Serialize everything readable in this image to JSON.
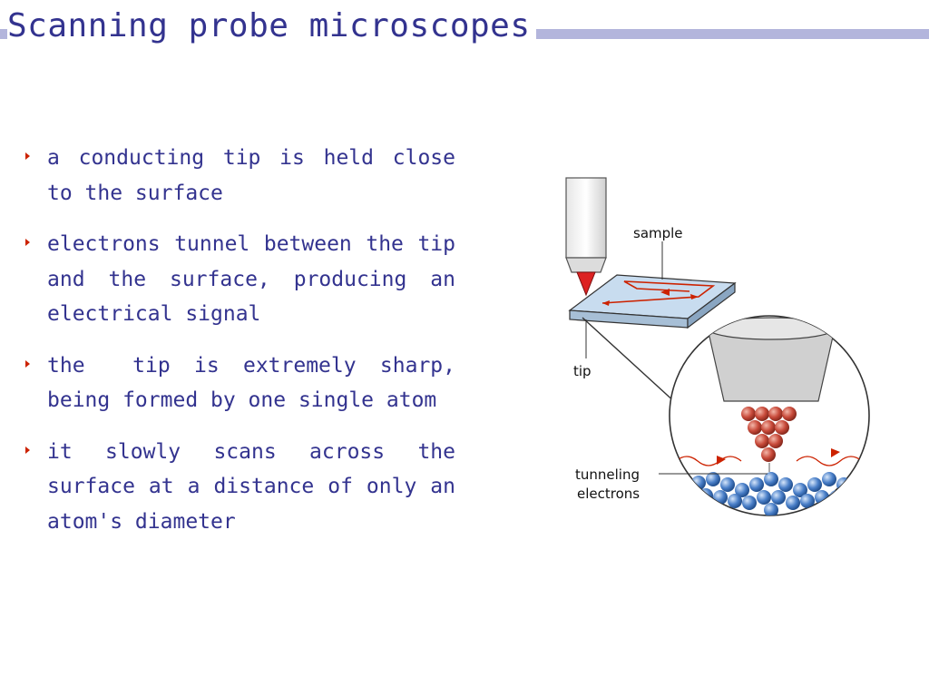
{
  "slide": {
    "title": "Scanning probe microscopes",
    "bullets": [
      "a conducting tip is held close to the surface",
      "electrons tunnel between the tip and the surface, producing an electrical signal",
      "the  tip is extremely sharp, being formed by one single atom",
      "it slowly scans across the surface at a distance of only an atom's diameter"
    ]
  },
  "diagram": {
    "labels": {
      "sample": "sample",
      "tip": "tip",
      "tunneling_line1": "tunneling",
      "tunneling_line2": "electrons"
    },
    "colors": {
      "sample_fill": "#c8dcef",
      "scan_path": "#cc2200",
      "tip_atom": "#c84a3a",
      "surface_atom": "#4a7fc8"
    }
  }
}
